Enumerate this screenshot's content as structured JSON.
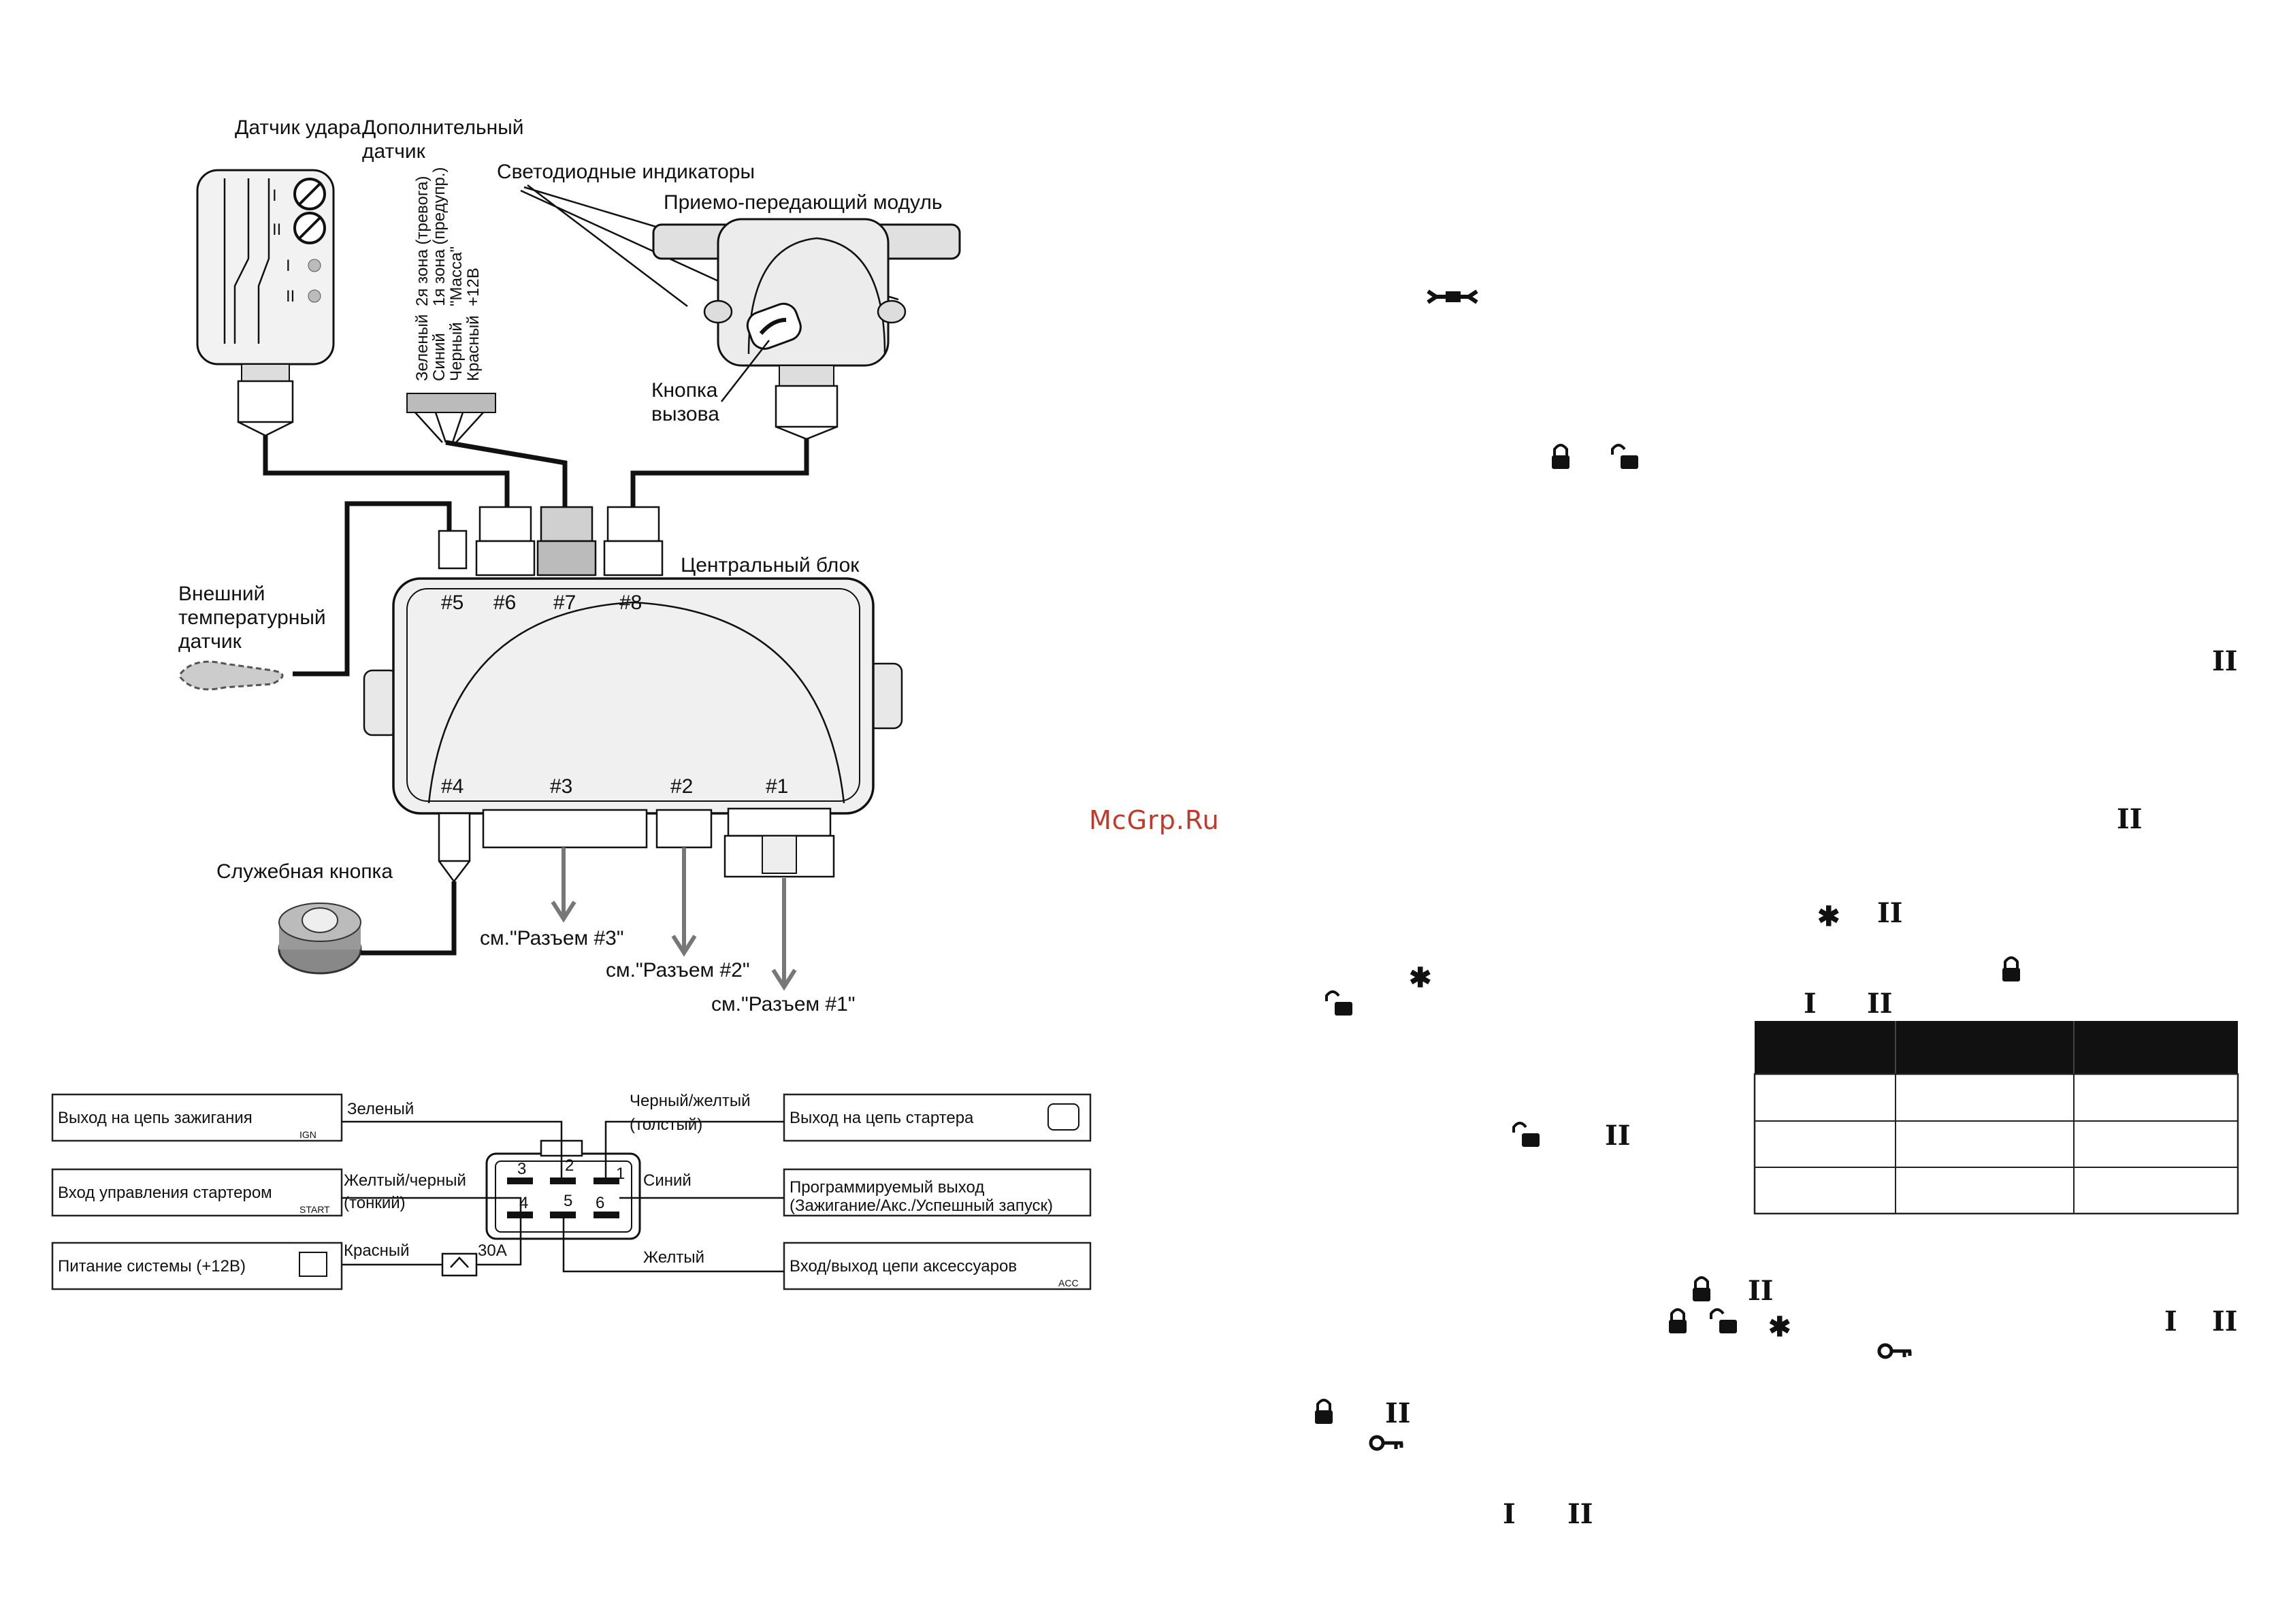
{
  "diagram": {
    "components": {
      "shock_sensor": "Датчик удара",
      "extra_sensor": "Дополнительный датчик",
      "led_indicators": "Светодиодные индикаторы",
      "transceiver": "Приемо-передающий модуль",
      "call_button": "Кнопка вызова",
      "central_unit": "Центральный блок",
      "temp_sensor": "Внешний температурный датчик",
      "service_button": "Служебная кнопка"
    },
    "sensor_levels": [
      "I",
      "II",
      "I",
      "II"
    ],
    "extra_wires": [
      "Зеленый",
      "Синий",
      "Черный",
      "Красный"
    ],
    "extra_wire_roles": [
      "2я зона (тревога)",
      "1я зона (предупр.)",
      "\"Масса\"",
      "+12В"
    ],
    "ports": [
      "#5",
      "#6",
      "#7",
      "#8",
      "#4",
      "#3",
      "#2",
      "#1"
    ],
    "connector_refs": [
      "см.\"Разъем #3\"",
      "см.\"Разъем #2\"",
      "см.\"Разъем #1\""
    ]
  },
  "connector1": {
    "left_boxes": [
      "Выход на цепь зажигания",
      "Вход управления стартером",
      "Питание системы (+12В)"
    ],
    "right_boxes": [
      "Выход на цепь стартера",
      "Программируемый выход (Зажигание/Акс./Успешный запуск)",
      "Вход/выход цепи аксессуаров"
    ],
    "wires": {
      "green": "Зеленый",
      "black_yellow": "Черный/желтый",
      "thick": "(толстый)",
      "yellow_black": "Желтый/черный",
      "thin": "(тонкий)",
      "blue": "Синий",
      "red": "Красный",
      "yellow": "Желтый"
    },
    "fuse": "30A",
    "pins": [
      "3",
      "2",
      "1",
      "4",
      "5",
      "6"
    ],
    "icon_tags": [
      "IGN",
      "START",
      "ACC"
    ]
  },
  "watermark": "McGrp.Ru",
  "glyphs": {
    "one": "I",
    "two": "II",
    "star": "✱"
  },
  "icons": [
    "wrench-icon",
    "lock-closed-icon",
    "lock-open-icon",
    "key-icon"
  ]
}
